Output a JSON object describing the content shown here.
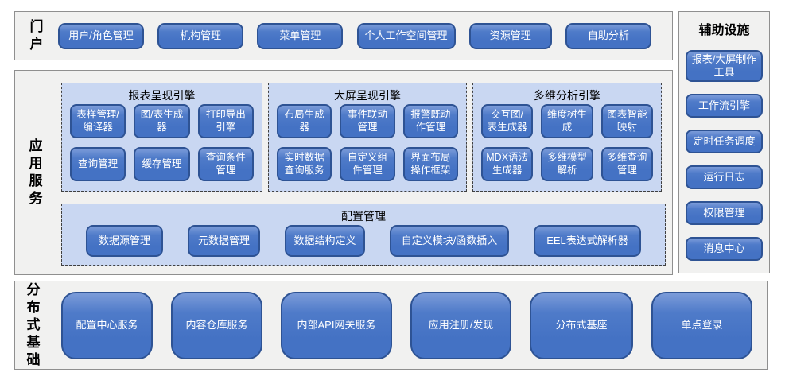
{
  "portal": {
    "label": "门户",
    "items": [
      "用户/角色管理",
      "机构管理",
      "菜单管理",
      "个人工作空间管理",
      "资源管理",
      "自助分析"
    ]
  },
  "app_services": {
    "label": "应用服务",
    "engines": [
      {
        "title": "报表呈现引擎",
        "items": [
          "表样管理/编译器",
          "图/表生成器",
          "打印导出引擎",
          "查询管理",
          "缓存管理",
          "查询条件管理"
        ]
      },
      {
        "title": "大屏呈现引擎",
        "items": [
          "布局生成器",
          "事件联动管理",
          "报警既动作管理",
          "实时数据查询服务",
          "自定义组件管理",
          "界面布局操作框架"
        ]
      },
      {
        "title": "多维分析引擎",
        "items": [
          "交互图/表生成器",
          "维度树生成",
          "图表智能映射",
          "MDX语法生成器",
          "多维模型解析",
          "多维查询管理"
        ]
      }
    ],
    "config": {
      "title": "配置管理",
      "items": [
        "数据源管理",
        "元数据管理",
        "数据结构定义",
        "自定义模块/函数插入",
        "EEL表达式解析器"
      ]
    }
  },
  "auxiliary": {
    "title": "辅助设施",
    "items": [
      "报表/大屏制作工具",
      "工作流引擎",
      "定时任务调度",
      "运行日志",
      "权限管理",
      "消息中心"
    ]
  },
  "distributed": {
    "label": "分布式基础",
    "items": [
      "配置中心服务",
      "内容仓库服务",
      "内部API网关服务",
      "应用注册/发现",
      "分布式基座",
      "单点登录"
    ]
  },
  "colors": {
    "node_fill": "#4472c4",
    "node_border": "#2e5394",
    "node_text": "#ffffff",
    "group_fill": "#c9d7f2",
    "group_border": "#404040",
    "section_fill": "#f1f1f0",
    "section_border": "#8f8f8f",
    "label_text": "#000000"
  }
}
